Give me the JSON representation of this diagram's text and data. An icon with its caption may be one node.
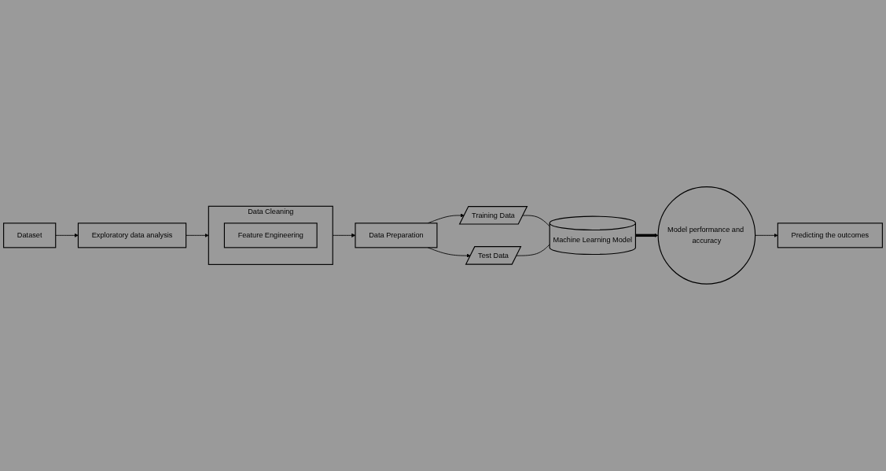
{
  "diagram": {
    "nodes": [
      {
        "text": [
          "Dataset"
        ]
      },
      {
        "text": [
          "Exploratory data analysis"
        ]
      },
      {
        "text": [
          "Data Cleaning"
        ]
      },
      {
        "text": [
          "Feature Engineering"
        ],
        "in": 2
      },
      {
        "text": [
          "Data Preparation"
        ]
      },
      {
        "text": [
          "Training Data"
        ]
      },
      {
        "text": [
          "Test Data"
        ]
      },
      {
        "text": [
          "Machine Learning Model"
        ]
      },
      {
        "text": [
          "Model performance and accuracy"
        ]
      },
      {
        "text": [
          "Predicting the outcomes"
        ]
      }
    ],
    "edges": [
      {
        "from": 0,
        "to": 1,
        "arrow": "to"
      },
      {
        "from": 1,
        "to": 2,
        "arrow": "to"
      },
      {
        "from": 2,
        "to": 4,
        "arrow": "to"
      },
      {
        "from": 4,
        "to": 5,
        "arrow": "to"
      },
      {
        "from": 4,
        "to": 6,
        "arrow": "to"
      },
      {
        "from": 5,
        "to": 7,
        "arrow": "none"
      },
      {
        "from": 6,
        "to": 7,
        "arrow": "none"
      },
      {
        "from": 7,
        "to": 8,
        "arrow": "to",
        "style": "thick"
      },
      {
        "from": 8,
        "to": 9,
        "arrow": "to"
      }
    ]
  }
}
